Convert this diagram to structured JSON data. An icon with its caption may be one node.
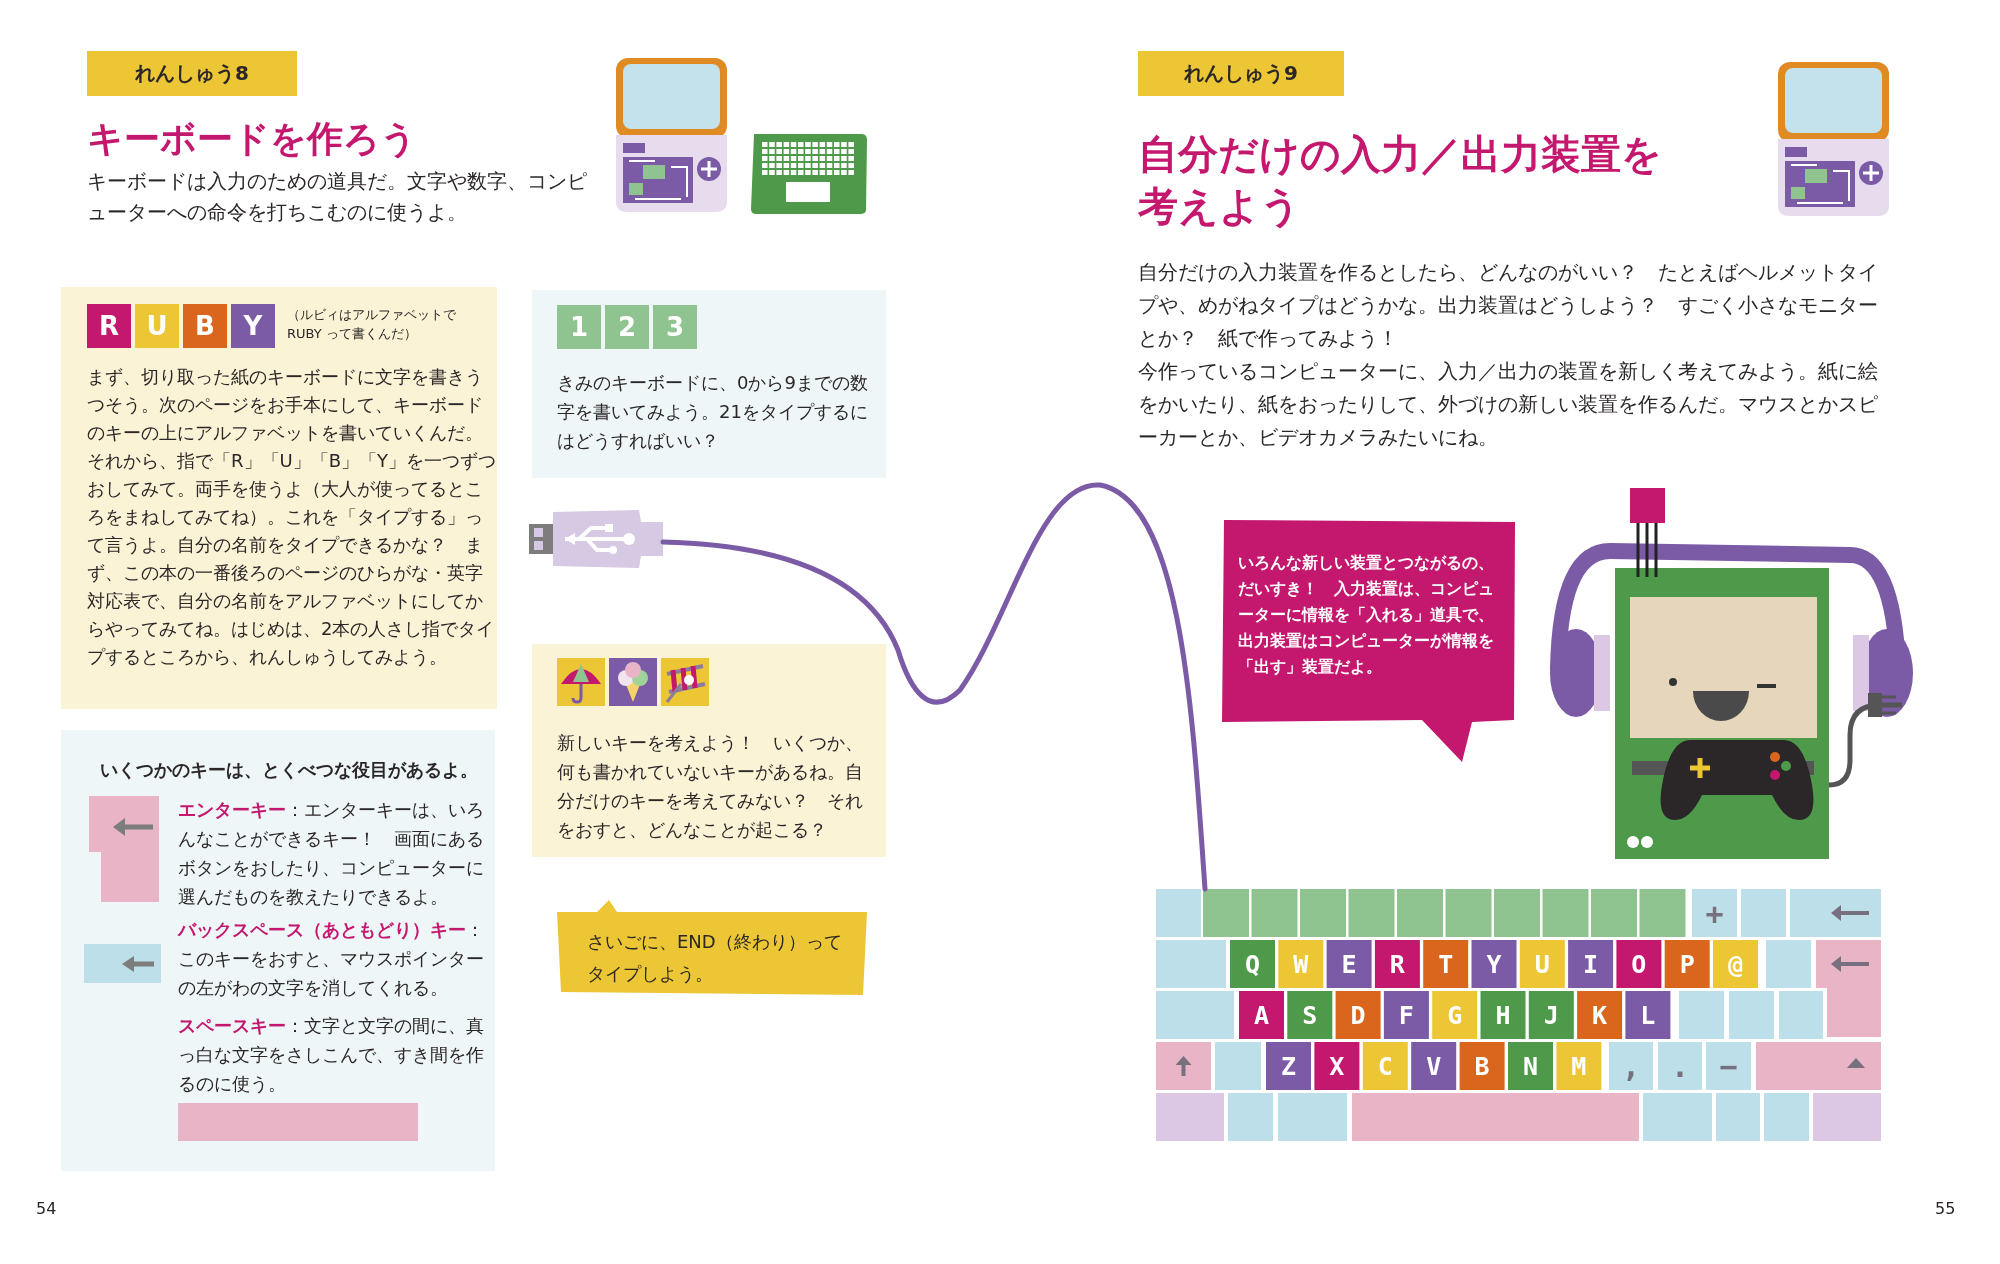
{
  "diagram": {
    "nodes": [
      {
        "text": [
          "れんしゅう8"
        ]
      },
      {
        "text": [
          "（ルビィはアルファベットで RUBY って書くんだ）",
          "まず、切り取った紙のキーボードに文字を書きうつそう。次のページをお手本にして、キーボードのキーの上にアルファベットを書いていくんだ。それから、指で「R」「U」「B」「Y」を一つずつおしてみて。両手を使うよ（大人が使ってるところをまねしてみてね）。これを「タイプする」って言うよ。自分の名前をタイプできるかな？　まず、この本の一番後ろのページのひらがな・英字対応表で、自分の名前をアルファベットにしてからやってみてね。はじめは、2本の人さし指でタイプするところから、れんしゅうしてみよう。"
        ]
      },
      {
        "text": [
          "R"
        ],
        "in": 1
      },
      {
        "text": [
          "U"
        ],
        "in": 1
      },
      {
        "text": [
          "B"
        ],
        "in": 1
      },
      {
        "text": [
          "Y"
        ],
        "in": 1
      },
      {
        "text": [
          "いくつかのキーは、とくべつな役目があるよ。",
          "**エンターキー**：エンターキーは、いろんなことができるキー！　画面にあるボタンをおしたり、コンピューターに選んだものを教えたりできるよ。",
          "**バックスペース（あともどり）キー**：このキーをおすと、マウスポインターの左がわの文字を消してくれる。",
          "**スペースキー**：文字と文字の間に、真っ白な文字をさしこんで、すき間を作るのに使う。"
        ]
      },
      {
        "text": [
          "きみのキーボードに、0から9までの数字を書いてみよう。21をタイプするにはどうすればいい？"
        ]
      },
      {
        "text": [
          "1"
        ],
        "in": 7
      },
      {
        "text": [
          "2"
        ],
        "in": 7
      },
      {
        "text": [
          "3"
        ],
        "in": 7
      },
      {
        "text": [
          "新しいキーを考えよう！　いくつか、何も書かれていないキーがあるね。自分だけのキーを考えてみない？　それをおすと、どんなことが起こる？"
        ]
      },
      {
        "text": [
          "さいごに、END（終わり）ってタイプしよう。"
        ]
      },
      {
        "text": [
          "れんしゅう9"
        ]
      },
      {
        "text": [
          "いろんな新しい装置とつながるの、だいすき！　入力装置は、コンピューターに情報を「入れる」道具で、出力装置はコンピューターが情報を「出す」装置だよ。"
        ]
      },
      {
        "text": [],
        "shape": "picture"
      },
      {
        "text": [],
        "shape": "picture"
      }
    ],
    "edges": [
      {
        "from": 15,
        "to": 16,
        "arrow": "none"
      }
    ],
    "labels": [
      "キーボードを作ろう",
      "キーボードは入力のための道具だ。文字や数字、コンピューターへの命令を打ちこむのに使うよ。",
      "自分だけの入力／出力装置を考えよう",
      "自分だけの入力装置を作るとしたら、どんなのがいい？　たとえばヘルメットタイプや、めがねタイプはどうかな。出力装置はどうしよう？　すごく小さなモニターとか？　紙で作ってみよう！",
      "今作っているコンピューターに、入力／出力の装置を新しく考えてみよう。紙に絵をかいたり、紙をおったりして、外づけの新しい装置を作るんだ。マウスとかスピーカーとか、ビデオカメラみたいにね。",
      "+",
      "Q",
      "W",
      "E",
      "R",
      "T",
      "Y",
      "U",
      "I",
      "O",
      "P",
      "@",
      "A",
      "S",
      "D",
      "F",
      "G",
      "H",
      "J",
      "K",
      "L",
      "Z",
      "X",
      "C",
      "V",
      "B",
      "N",
      "M",
      ",",
      ".",
      "−",
      "54",
      "55"
    ]
  }
}
